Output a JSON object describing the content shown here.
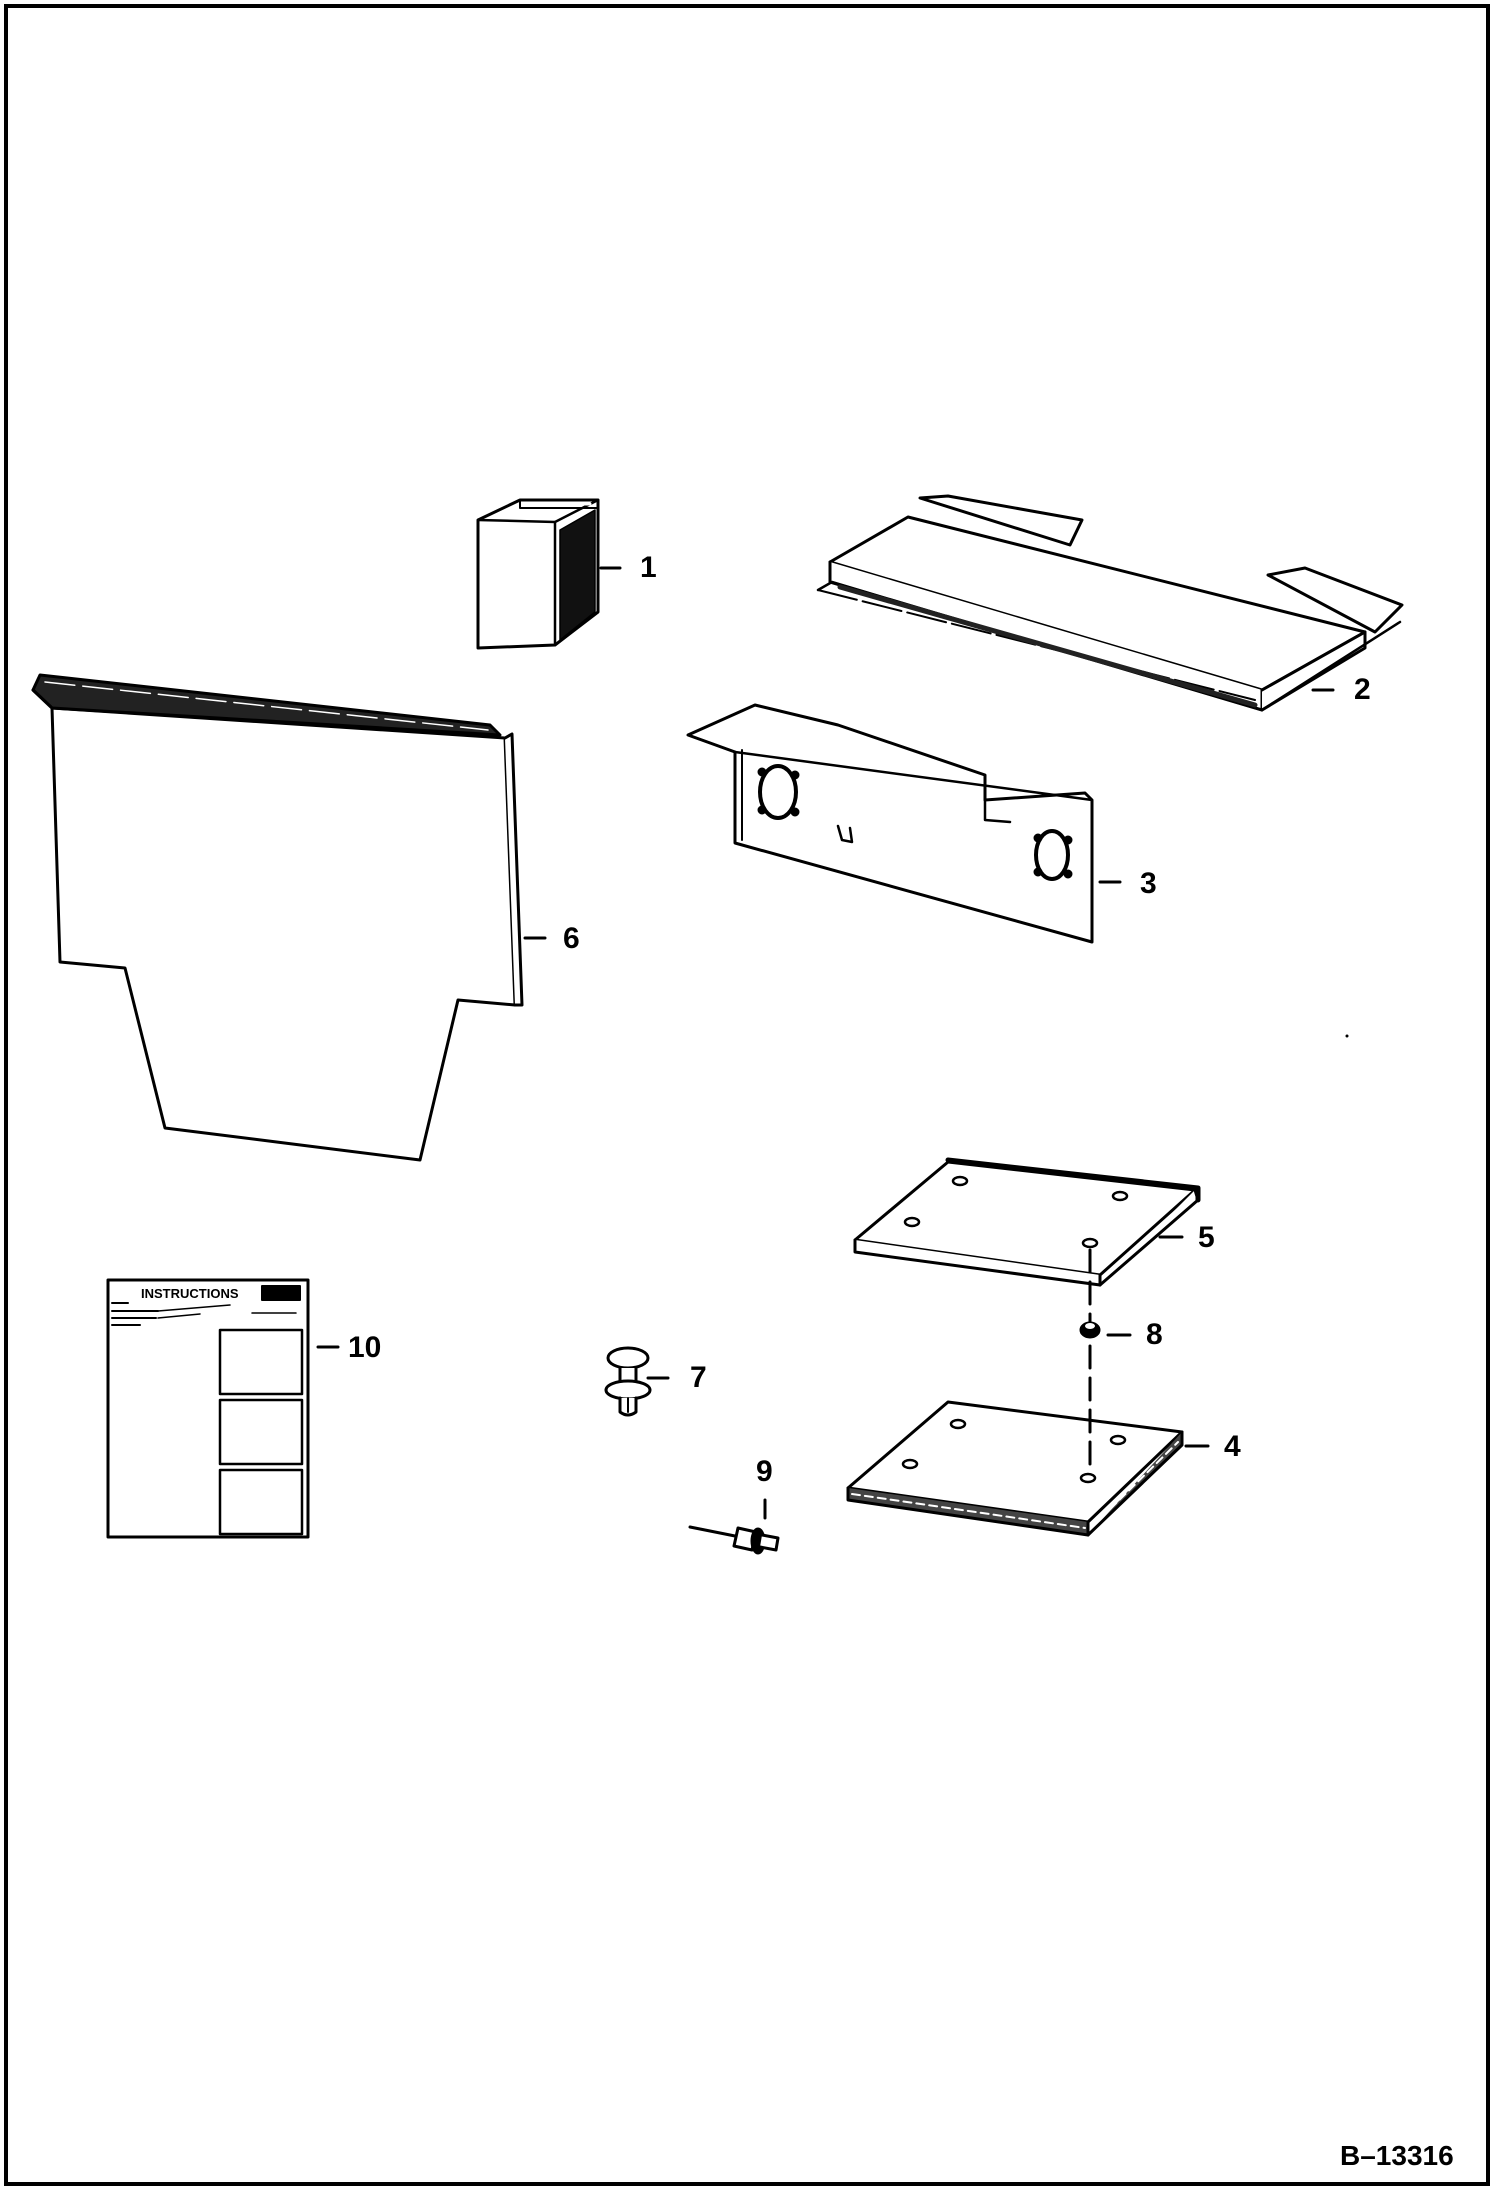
{
  "diagram": {
    "figure_id": "B–13316",
    "callouts": {
      "c1": "1",
      "c2": "2",
      "c3": "3",
      "c4": "4",
      "c5": "5",
      "c6": "6",
      "c7": "7",
      "c8": "8",
      "c9": "9",
      "c10": "10"
    },
    "instruction_sheet": {
      "heading": "INSTRUCTIONS"
    }
  }
}
